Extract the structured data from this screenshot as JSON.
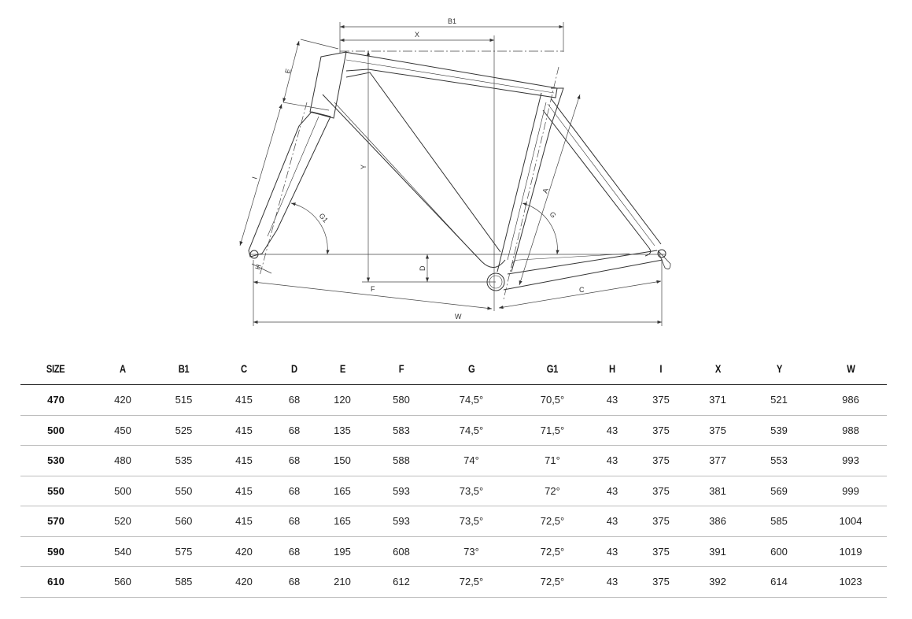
{
  "diagram": {
    "labels": {
      "B1": "B1",
      "X": "X",
      "Y": "Y",
      "D": "D",
      "F": "F",
      "C": "C",
      "W": "W",
      "E": "E",
      "I": "I",
      "H": "H",
      "G1": "G1",
      "G": "G",
      "A": "A"
    },
    "line_color": "#333333"
  },
  "table": {
    "columns": [
      "SIZE",
      "A",
      "B1",
      "C",
      "D",
      "E",
      "F",
      "G",
      "G1",
      "H",
      "I",
      "X",
      "Y",
      "W"
    ],
    "rows": [
      [
        "470",
        "420",
        "515",
        "415",
        "68",
        "120",
        "580",
        "74,5°",
        "70,5°",
        "43",
        "375",
        "371",
        "521",
        "986"
      ],
      [
        "500",
        "450",
        "525",
        "415",
        "68",
        "135",
        "583",
        "74,5°",
        "71,5°",
        "43",
        "375",
        "375",
        "539",
        "988"
      ],
      [
        "530",
        "480",
        "535",
        "415",
        "68",
        "150",
        "588",
        "74°",
        "71°",
        "43",
        "375",
        "377",
        "553",
        "993"
      ],
      [
        "550",
        "500",
        "550",
        "415",
        "68",
        "165",
        "593",
        "73,5°",
        "72°",
        "43",
        "375",
        "381",
        "569",
        "999"
      ],
      [
        "570",
        "520",
        "560",
        "415",
        "68",
        "165",
        "593",
        "73,5°",
        "72,5°",
        "43",
        "375",
        "386",
        "585",
        "1004"
      ],
      [
        "590",
        "540",
        "575",
        "420",
        "68",
        "195",
        "608",
        "73°",
        "72,5°",
        "43",
        "375",
        "391",
        "600",
        "1019"
      ],
      [
        "610",
        "560",
        "585",
        "420",
        "68",
        "210",
        "612",
        "72,5°",
        "72,5°",
        "43",
        "375",
        "392",
        "614",
        "1023"
      ]
    ]
  }
}
